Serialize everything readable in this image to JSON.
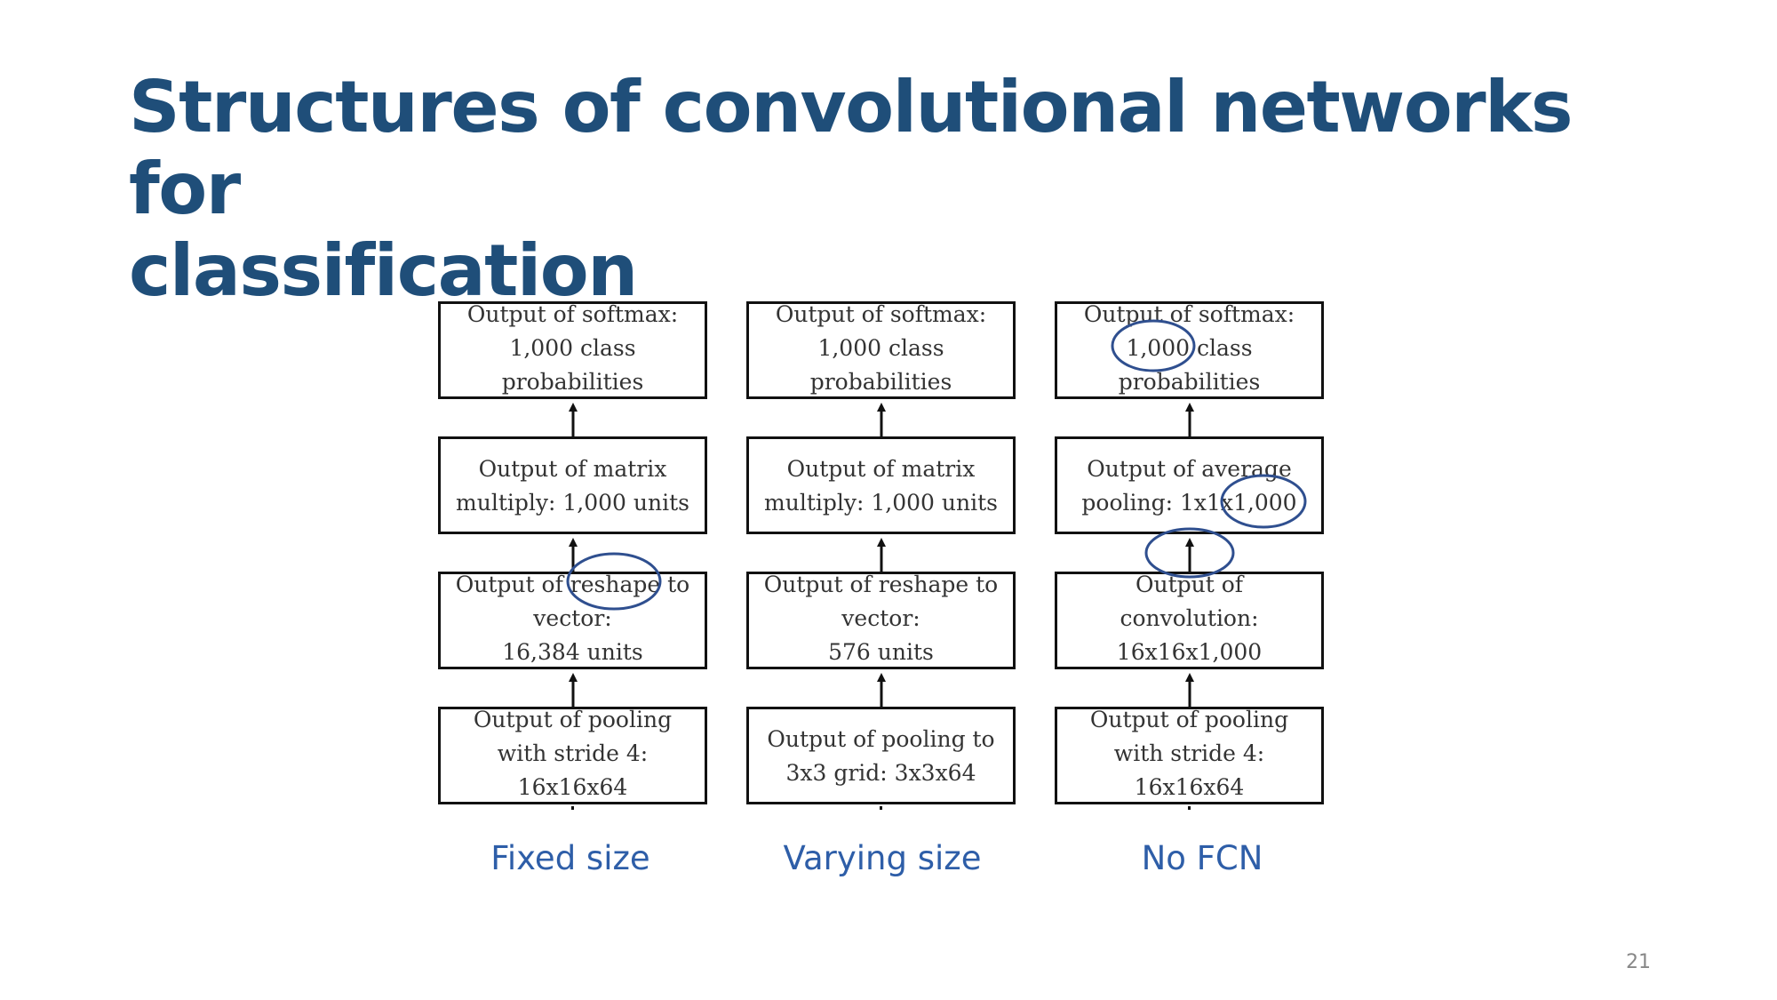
{
  "slide": {
    "title_lines": [
      "Structures of convolutional networks for",
      "classification"
    ],
    "page_number": "21"
  },
  "columns": [
    {
      "label": "Fixed size",
      "boxes": [
        [
          "Output of softmax:",
          "1,000 class",
          "probabilities"
        ],
        [
          "Output of matrix",
          "multiply: 1,000 units"
        ],
        [
          "Output of reshape to",
          "vector:",
          "16,384 units"
        ],
        [
          "Output of pooling",
          "with stride 4:",
          "16x16x64"
        ]
      ]
    },
    {
      "label": "Varying size",
      "boxes": [
        [
          "Output of softmax:",
          "1,000 class",
          "probabilities"
        ],
        [
          "Output of matrix",
          "multiply: 1,000 units"
        ],
        [
          "Output of reshape to",
          "vector:",
          "576 units"
        ],
        [
          "Output of pooling to",
          "3x3 grid: 3x3x64"
        ]
      ]
    },
    {
      "label": "No FCN",
      "boxes": [
        [
          "Output of softmax:",
          "1,000 class",
          "probabilities"
        ],
        [
          "Output of average",
          "pooling: 1x1x1,000"
        ],
        [
          "Output of",
          "convolution:",
          "16x16x1,000"
        ],
        [
          "Output of pooling",
          "with stride 4:",
          "16x16x64"
        ]
      ]
    }
  ],
  "colors": {
    "title": "#1f4e79",
    "label": "#2e5ea8",
    "annotation_ellipse": "#2f4f8f",
    "box_border": "#111111"
  }
}
